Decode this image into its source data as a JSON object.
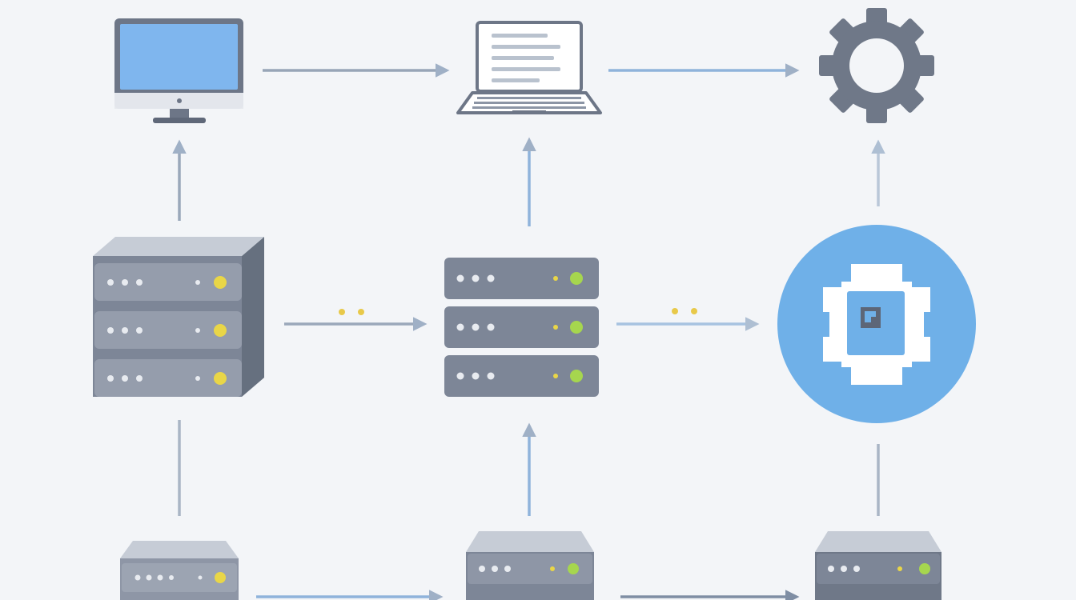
{
  "diagram": {
    "nodes": [
      {
        "id": "monitor",
        "kind": "desktop-monitor"
      },
      {
        "id": "laptop",
        "kind": "laptop"
      },
      {
        "id": "settings",
        "kind": "gear"
      },
      {
        "id": "server-left",
        "kind": "server-rack-3u"
      },
      {
        "id": "server-center",
        "kind": "server-rack-3u"
      },
      {
        "id": "chip-node",
        "kind": "processor-circle"
      },
      {
        "id": "server-bottom-left",
        "kind": "server-rack-partial"
      },
      {
        "id": "server-bottom-center",
        "kind": "server-rack-partial"
      },
      {
        "id": "server-bottom-right",
        "kind": "server-rack-partial"
      }
    ],
    "edges": [
      {
        "from": "monitor",
        "to": "laptop"
      },
      {
        "from": "laptop",
        "to": "settings"
      },
      {
        "from": "server-left",
        "to": "monitor"
      },
      {
        "from": "server-center",
        "to": "laptop"
      },
      {
        "from": "chip-node",
        "to": "settings"
      },
      {
        "from": "server-left",
        "to": "server-center"
      },
      {
        "from": "server-center",
        "to": "chip-node"
      },
      {
        "from": "server-bottom-left",
        "to": "server-left"
      },
      {
        "from": "server-bottom-center",
        "to": "server-center"
      },
      {
        "from": "server-bottom-right",
        "to": "chip-node"
      },
      {
        "from": "server-bottom-left",
        "to": "server-bottom-center"
      },
      {
        "from": "server-bottom-center",
        "to": "server-bottom-right"
      }
    ],
    "colors": {
      "background": "#f3f5f8",
      "server_body": "#7d8697",
      "server_face": "#8e96a6",
      "server_top": "#c4cad5",
      "arrow": "#9fb0c6",
      "accent_blue": "#6fb0e8",
      "led_yellow": "#e9d647",
      "led_green": "#a6d64e",
      "gear": "#6f7888"
    }
  }
}
